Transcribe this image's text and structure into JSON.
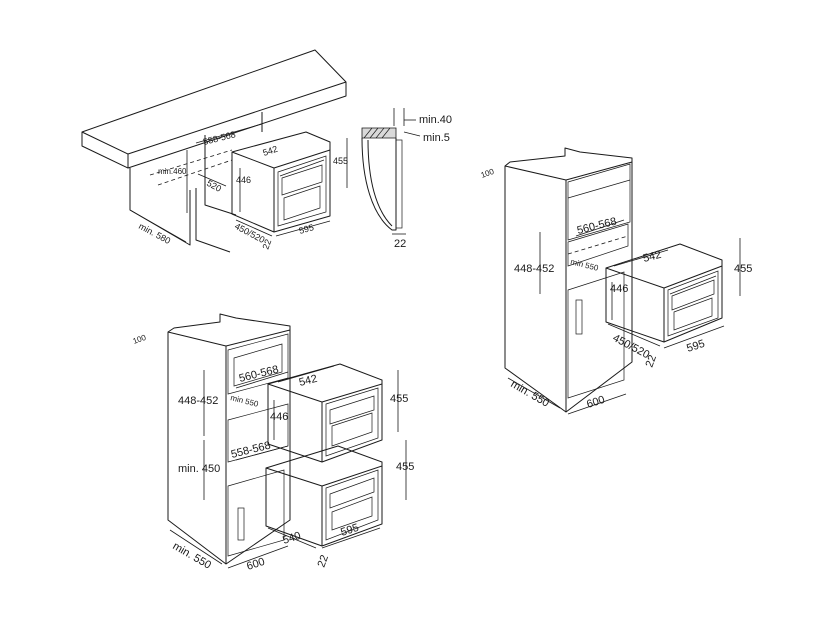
{
  "colors": {
    "line": "#1a1a1a",
    "background": "#ffffff",
    "hatch": "#d9d9d9"
  },
  "view_top": {
    "cutout_width": "558-568",
    "min_depth_460": "min.460",
    "depth_520": "520",
    "min_580": "min. 580",
    "oven_width_inner": "542",
    "height_446": "446",
    "height_455": "455",
    "depth_450_520": "450/520",
    "gap_22": "22",
    "width_595": "595"
  },
  "view_profile": {
    "min_40": "min.40",
    "min_5": "min.5",
    "thickness_22": "22"
  },
  "view_column_right": {
    "clearance_100": "100",
    "cutout_width": "560-568",
    "cutout_height": "448-452",
    "min_550_small": "min 550",
    "oven_width_inner": "542",
    "height_446": "446",
    "height_455": "455",
    "depth_450_520": "450/520",
    "gap_22": "22",
    "width_595": "595",
    "min_550": "min. 550",
    "depth_600": "600"
  },
  "view_column_left": {
    "clearance_100": "100",
    "cutout_width_upper": "560-568",
    "cutout_height_upper": "448-452",
    "min_550_small": "min 550",
    "oven_width_inner": "542",
    "height_446": "446",
    "height_455_upper": "455",
    "cutout_width_lower": "558-568",
    "min_450": "min. 450",
    "height_455_lower": "455",
    "depth_540": "540",
    "width_595": "595",
    "gap_22": "22",
    "min_550": "min. 550",
    "depth_600": "600"
  }
}
